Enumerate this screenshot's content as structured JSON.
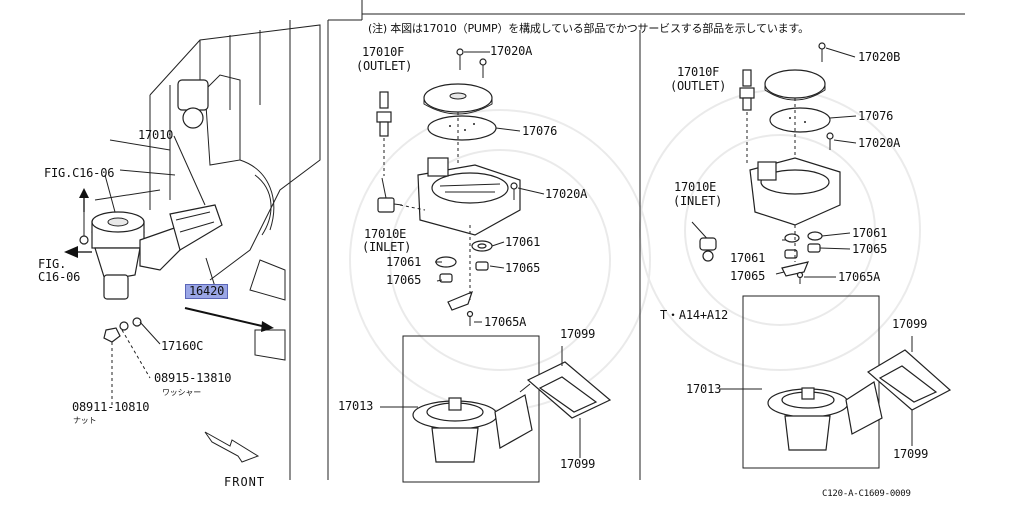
{
  "note": "(注) 本図は17010（PUMP）を構成している部品でかつサービスする部品を示しています。",
  "left_panel": {
    "fig_top": "FIG.C16-06",
    "fig_side_1": "FIG.",
    "fig_side_2": "C16-06",
    "pump_assembly": "17010",
    "highlighted_part": "16420",
    "part_17160c": "17160C",
    "washer_code": "08915-13810",
    "washer_jp": "ワッシャー",
    "nut_code": "08911-10810",
    "nut_jp": "ナット",
    "front": "FRONT"
  },
  "center_panel": {
    "outlet_part": "17010F",
    "outlet_label": "(OUTLET)",
    "bolt_top": "17020A",
    "diaphragm": "17076",
    "bolt_side": "17020A",
    "inlet_part": "17010E",
    "inlet_label": "(INLET)",
    "washer_r": "17061",
    "valve_r": "17065",
    "washer_l": "17061",
    "valve_l": "17065",
    "retainer": "17065A",
    "gasket_top": "17099",
    "pump_unit": "17013",
    "gasket_bottom": "17099"
  },
  "right_panel": {
    "outlet_part": "17010F",
    "outlet_label": "(OUTLET)",
    "bolt_top": "17020B",
    "diaphragm": "17076",
    "bolt_side": "17020A",
    "inlet_part": "17010E",
    "inlet_label": "(INLET)",
    "washer_r": "17061",
    "valve_r": "17065",
    "washer_l": "17061",
    "valve_l": "17065",
    "retainer": "17065A",
    "variant": "T・A14+A12",
    "gasket_top": "17099",
    "pump_unit": "17013",
    "gasket_bottom": "17099"
  },
  "footer_code": "C120-A-C1609-0009"
}
